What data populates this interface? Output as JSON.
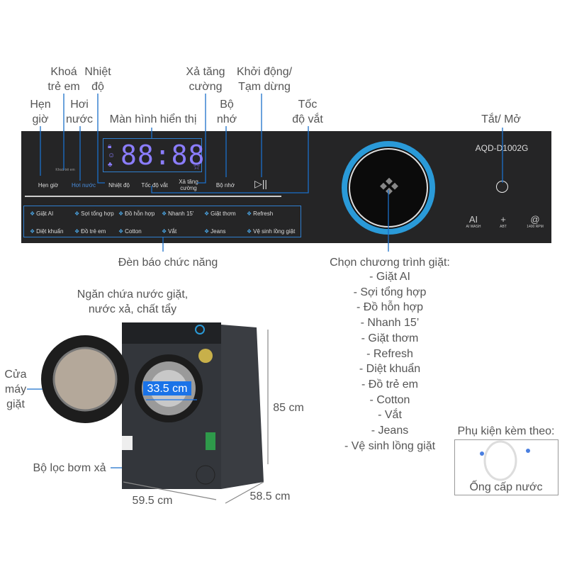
{
  "labels": {
    "child_lock": [
      "Khoá",
      "trẻ em"
    ],
    "temperature": [
      "Nhiệt",
      "độ"
    ],
    "timer": [
      "Hẹn",
      "giờ"
    ],
    "steam": [
      "Hơi",
      "nước"
    ],
    "display": "Màn hình hiển thị",
    "extra_rinse": [
      "Xả tăng",
      "cường"
    ],
    "start_pause": [
      "Khởi động/",
      "Tạm dừng"
    ],
    "memory": [
      "Bộ",
      "nhớ"
    ],
    "spin_speed": [
      "Tốc",
      "độ vắt"
    ],
    "power": "Tắt/ Mở",
    "indicator_lights": "Đèn báo chức năng",
    "program_select": "Chọn chương trình giặt:",
    "detergent_drawer": [
      "Ngăn chứa nước giặt,",
      "nước xả, chất tẩy"
    ],
    "door": [
      "Cửa",
      "máy",
      "giặt"
    ],
    "pump_filter": "Bộ lọc bơm xả",
    "accessories_title": "Phụ kiện kèm theo:",
    "accessory": "Ống cấp nước"
  },
  "panel": {
    "model": "AQD-D1002G",
    "digits": "88:88",
    "child_lock_small": "Khoá trẻ em",
    "buttons": [
      "Hẹn giờ",
      "Hơi nước",
      "Nhiệt độ",
      "Tốc độ vắt",
      "Xả tăng cường",
      "Bộ nhớ"
    ],
    "programs": [
      "Giặt AI",
      "Sợi tổng hợp",
      "Đồ hỗn hợp",
      "Nhanh 15'",
      "Giặt thơm",
      "Refresh",
      "Diệt khuẩn",
      "Đồ trẻ em",
      "Cotton",
      "Vắt",
      "Jeans",
      "Vệ sinh lồng giặt"
    ],
    "badges": [
      {
        "title": "AI",
        "sub": "AI WASH"
      },
      {
        "title": "+",
        "sub": "ABT"
      },
      {
        "title": "@",
        "sub": "1400 RPM"
      }
    ]
  },
  "program_list": [
    "- Giặt AI",
    "- Sợi tổng hợp",
    "- Đồ hỗn hợp",
    "- Nhanh 15’",
    "- Giặt thơm",
    "- Refresh",
    "- Diệt khuẩn",
    "- Đồ trẻ em",
    "- Cotton",
    "- Vắt",
    "- Jeans",
    "- Vệ sinh lồng giặt"
  ],
  "dimensions": {
    "drum": "33.5 cm",
    "height": "85 cm",
    "width": "59.5 cm",
    "depth": "58.5 cm"
  },
  "colors": {
    "panel": "#252526",
    "accent": "#2f7fd0",
    "digits": "#8b7dff"
  }
}
